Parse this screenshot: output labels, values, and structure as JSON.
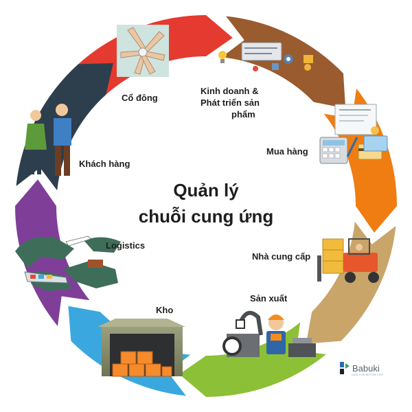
{
  "title": {
    "line1": "Quản lý",
    "line2": "chuỗi cung ứng"
  },
  "stages": [
    {
      "id": "shareholders",
      "label": "Cổ đông",
      "color": "#e53a2f",
      "icon": "handshake-icon"
    },
    {
      "id": "business",
      "label_lines": [
        "Kinh doanh &",
        "Phát triển sản",
        "phẩm"
      ],
      "color": "#9a5b2e",
      "icon": "product-development-icon"
    },
    {
      "id": "purchasing",
      "label": "Mua hàng",
      "color": "#f07d12",
      "icon": "calculator-icon"
    },
    {
      "id": "suppliers",
      "label": "Nhà cung cấp",
      "color": "#c9a56a",
      "icon": "forklift-icon"
    },
    {
      "id": "production",
      "label": "Sản xuất",
      "color": "#8cc036",
      "icon": "factory-worker-icon"
    },
    {
      "id": "warehouse",
      "label": "Kho",
      "color": "#3aa8de",
      "icon": "warehouse-icon"
    },
    {
      "id": "logistics",
      "label": "Logistics",
      "color": "#7f3f98",
      "icon": "world-map-icon"
    },
    {
      "id": "customers",
      "label": "Khách hàng",
      "color": "#2d3e4d",
      "icon": "customers-icon"
    }
  ],
  "brand": {
    "name": "Babuki",
    "tagline": "DATA FOR BETTER LIFE",
    "colors": [
      "#2b6cb0",
      "#38a169",
      "#1a202c"
    ]
  }
}
